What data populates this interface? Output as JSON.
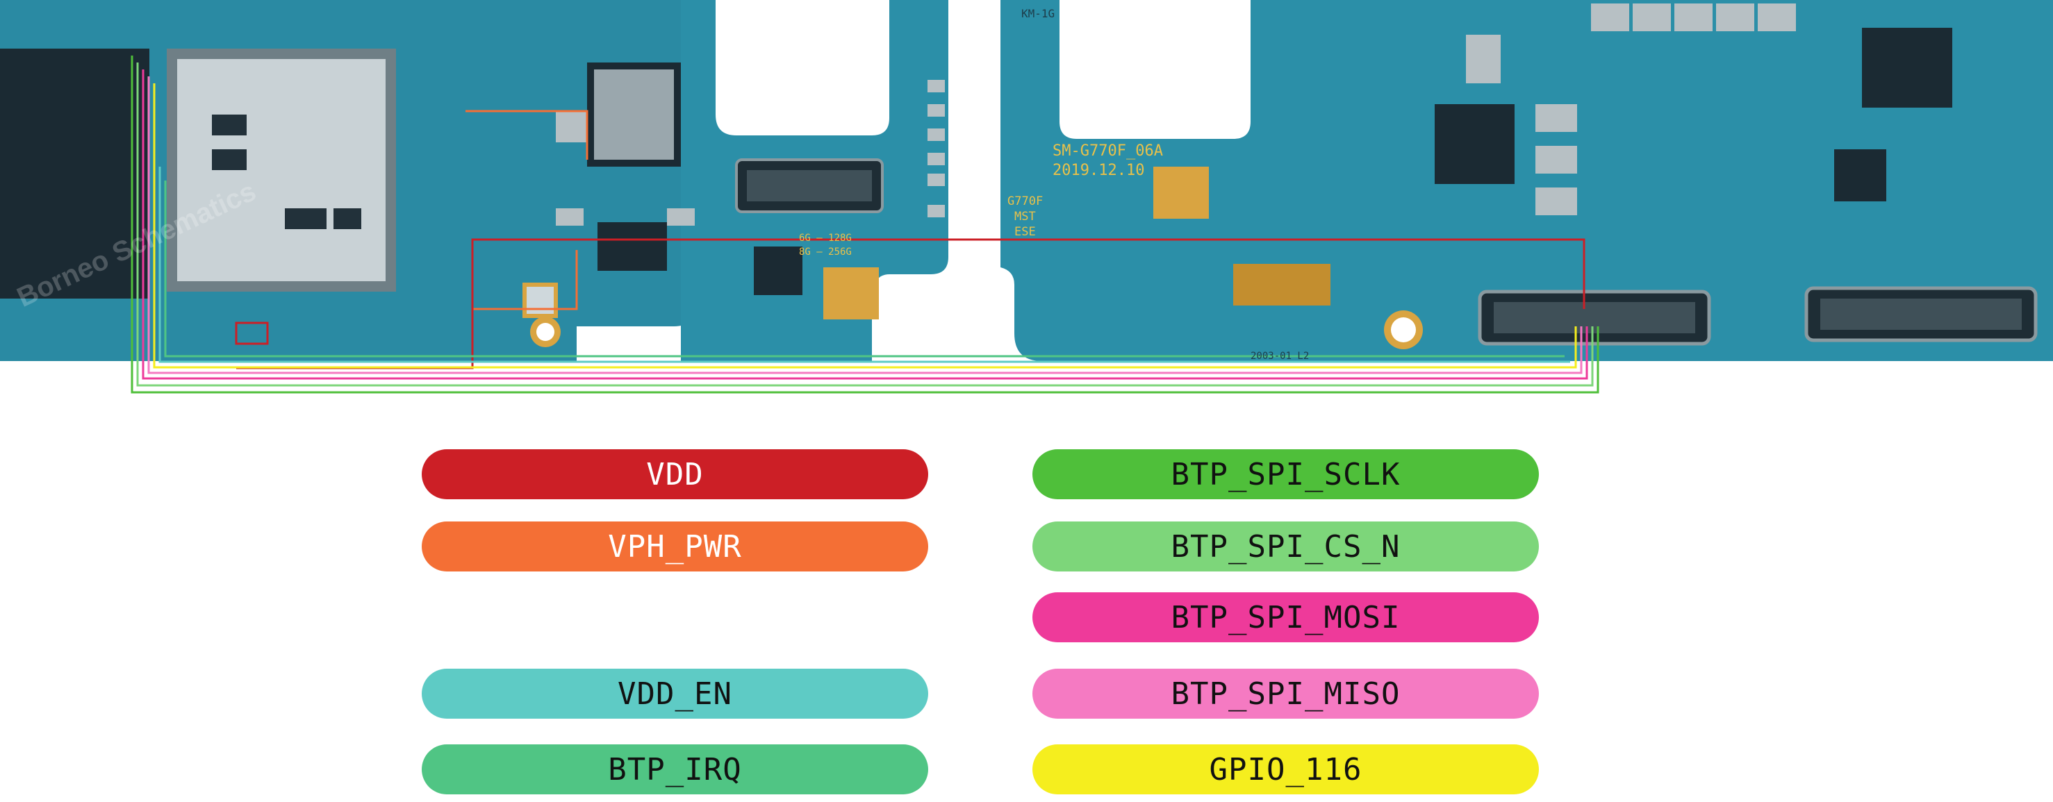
{
  "board": {
    "model_label": "SM-G770F_06A",
    "date_label": "2019.12.10",
    "side_label_1": "G770F",
    "side_label_2": "MST",
    "side_label_3": "ESE",
    "variant_label_1": "6G — 128G",
    "variant_label_2": "8G — 256G",
    "corner_label": "KM-1G",
    "bottom_label": "2003-01 L2",
    "watermark": "Borneo Schematics",
    "colors": {
      "pcb": "#2b8fa8",
      "pcb_dark": "#1d6f86",
      "silk": "#e8c14a",
      "chip": "#1b2a33"
    }
  },
  "legend": [
    {
      "label": "VDD",
      "color": "#cc1f26",
      "text_color": "#ffffff"
    },
    {
      "label": "VPH_PWR",
      "color": "#f46f35",
      "text_color": "#ffffff"
    },
    {
      "label": "VDD_EN",
      "color": "#5ecbc5",
      "text_color": "#111111"
    },
    {
      "label": "BTP_IRQ",
      "color": "#50c584",
      "text_color": "#111111"
    },
    {
      "label": "BTP_SPI_SCLK",
      "color": "#4fbf3a",
      "text_color": "#111111"
    },
    {
      "label": "BTP_SPI_CS_N",
      "color": "#7dd67a",
      "text_color": "#111111"
    },
    {
      "label": "BTP_SPI_MOSI",
      "color": "#ee3a9a",
      "text_color": "#111111"
    },
    {
      "label": "BTP_SPI_MISO",
      "color": "#f57ac2",
      "text_color": "#111111"
    },
    {
      "label": "GPIO_116",
      "color": "#f5ee1e",
      "text_color": "#111111"
    }
  ]
}
